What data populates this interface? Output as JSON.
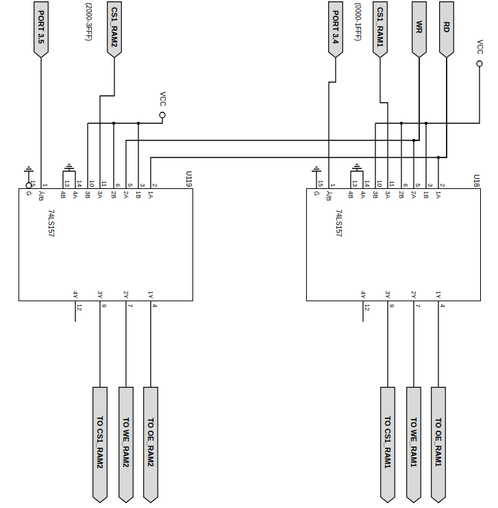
{
  "diagram": {
    "nodes": [
      {
        "text": [
          "PORT 3.5"
        ]
      },
      {
        "text": [
          "CS1_RAM2"
        ]
      },
      {
        "text": [
          "PORT 3.4"
        ]
      },
      {
        "text": [
          "CS1_RAM1"
        ]
      },
      {
        "text": [
          "WR"
        ]
      },
      {
        "text": [
          "RD"
        ]
      },
      {
        "text": [
          "U119",
          "74LS157"
        ]
      },
      {
        "text": [
          "U18",
          "74LS157"
        ]
      },
      {
        "text": [
          "TO CS1_RAM2"
        ]
      },
      {
        "text": [
          "TO WE_RAM2"
        ]
      },
      {
        "text": [
          "TO OE_RAM2"
        ]
      },
      {
        "text": [
          "TO CS1_RAM1"
        ]
      },
      {
        "text": [
          "TO WE_RAM1"
        ]
      },
      {
        "text": [
          "TO OE_RAM1"
        ]
      }
    ],
    "edges": [
      {
        "from": 0,
        "to": 6,
        "arrow": "none"
      },
      {
        "from": 1,
        "to": 6,
        "arrow": "none"
      },
      {
        "from": 2,
        "to": 7,
        "arrow": "none"
      },
      {
        "from": 3,
        "to": 7,
        "arrow": "none"
      },
      {
        "from": 4,
        "to": 7,
        "arrow": "none"
      },
      {
        "from": 4,
        "to": 6,
        "arrow": "none"
      },
      {
        "from": 5,
        "to": 7,
        "arrow": "none"
      },
      {
        "from": 5,
        "to": 6,
        "arrow": "none"
      },
      {
        "from": 6,
        "to": 8,
        "arrow": "none"
      },
      {
        "from": 6,
        "to": 9,
        "arrow": "none"
      },
      {
        "from": 6,
        "to": 10,
        "arrow": "none"
      },
      {
        "from": 7,
        "to": 11,
        "arrow": "none"
      },
      {
        "from": 7,
        "to": 12,
        "arrow": "none"
      },
      {
        "from": 7,
        "to": 13,
        "arrow": "none"
      }
    ],
    "labels": [
      "(2000-3FFF)",
      "(0000-1FFF)",
      "VCC",
      "VCC",
      "15",
      "1",
      "13",
      "14",
      "10",
      "11",
      "6",
      "5",
      "3",
      "2",
      "Ḡ",
      "Ā/B",
      "4B",
      "4A",
      "3B",
      "3A",
      "2B",
      "2A",
      "1B",
      "1A",
      "4Y",
      "3Y",
      "2Y",
      "1Y",
      "12",
      "9",
      "7",
      "4",
      "15",
      "1",
      "13",
      "14",
      "10",
      "11",
      "6",
      "5",
      "3",
      "2",
      "Ḡ",
      "Ā/B",
      "4B",
      "4A",
      "3B",
      "3A",
      "2B",
      "2A",
      "1B",
      "1A",
      "4Y",
      "3Y",
      "2Y",
      "1Y",
      "12",
      "9",
      "7",
      "4"
    ]
  }
}
